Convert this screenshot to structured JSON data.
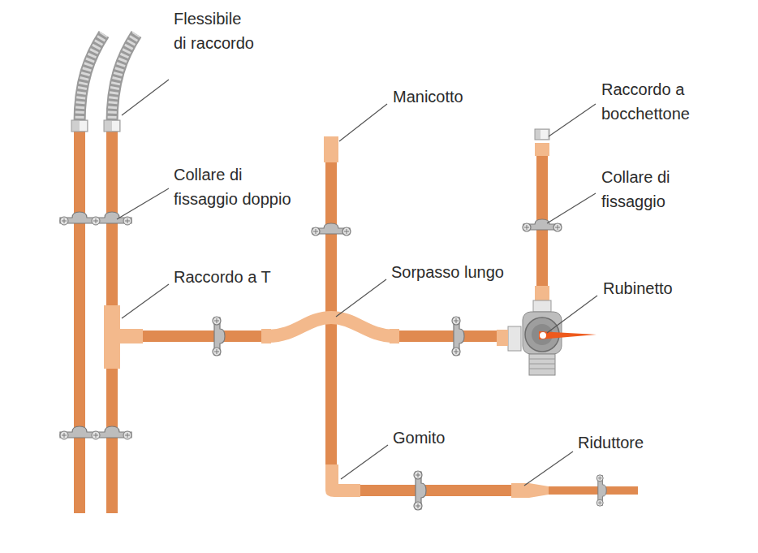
{
  "diagram": {
    "labels": [
      "Flessibile di raccordo",
      "Collare di fissaggio doppio",
      "Raccordo a T",
      "Manicotto",
      "Sorpasso lungo",
      "Gomito",
      "Riduttore",
      "Raccordo a bocchettone",
      "Collare di fissaggio",
      "Rubinetto"
    ]
  }
}
